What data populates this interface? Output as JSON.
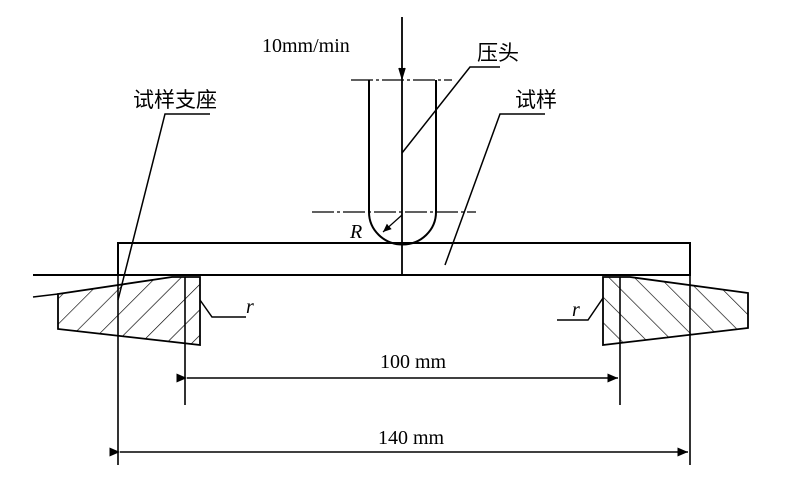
{
  "labels": {
    "speed": "10mm/min",
    "indenter": "压头",
    "specimen": "试样",
    "support": "试样支座",
    "radius_indenter": "R",
    "radius_support_left": "r",
    "radius_support_right": "r",
    "span_inner": "100 mm",
    "span_outer": "140 mm"
  },
  "colors": {
    "line": "#000000",
    "background": "#ffffff"
  }
}
